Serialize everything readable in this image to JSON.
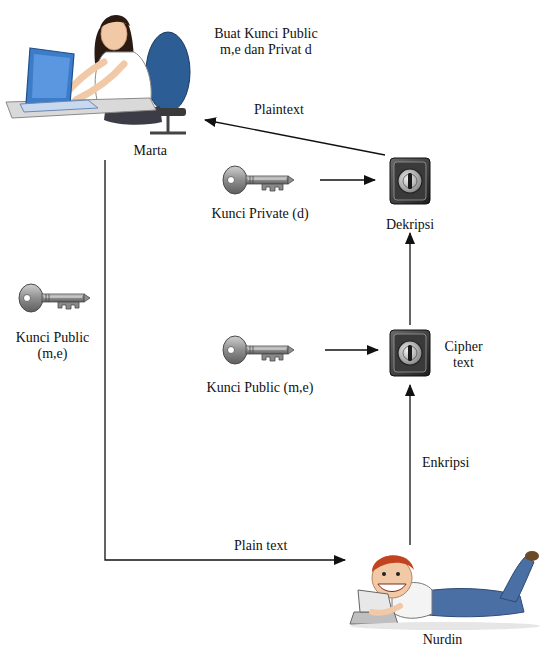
{
  "diagram": {
    "nodes": [
      {
        "text": [
          "Marta"
        ]
      },
      {
        "text": [
          "Dekripsi"
        ]
      },
      {
        "text": [
          "Kunci Private (d)"
        ]
      },
      {
        "text": [
          "Kunci Public (m,e)"
        ]
      },
      {
        "text": [
          "Kunci Public (m,e)"
        ]
      },
      {
        "text": [
          "Cipher text"
        ]
      },
      {
        "text": [
          "Nurdin"
        ]
      }
    ],
    "edges": [
      {
        "from": 0,
        "to": 6,
        "label": "Plain text",
        "arrow": "to"
      },
      {
        "from": 6,
        "to": 5,
        "label": "Enkripsi",
        "arrow": "to"
      },
      {
        "from": 5,
        "to": 1,
        "arrow": "to"
      },
      {
        "from": 1,
        "to": 0,
        "label": "Plaintext",
        "arrow": "to"
      },
      {
        "from": 2,
        "to": 1,
        "arrow": "to"
      },
      {
        "from": 4,
        "to": 5,
        "arrow": "to"
      }
    ],
    "labels": [
      "Buat Kunci Public m,e dan Privat d"
    ]
  }
}
